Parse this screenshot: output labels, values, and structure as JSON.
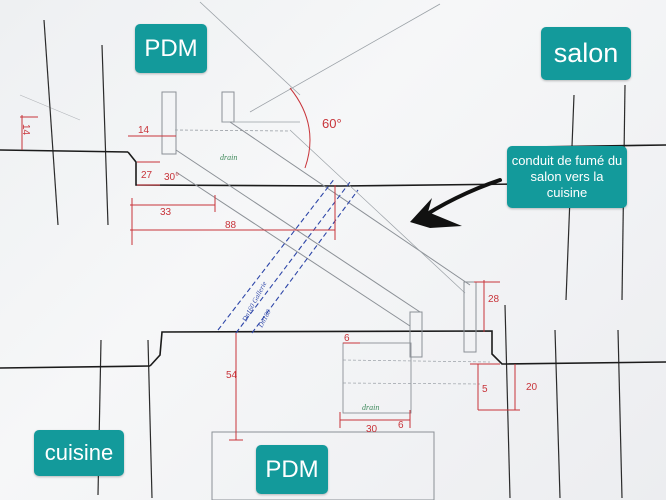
{
  "labels": {
    "pdm_top": "PDM",
    "salon": "salon",
    "conduit": "conduit de fumé du salon vers la cuisine",
    "cuisine": "cuisine",
    "pdm_bottom": "PDM"
  },
  "dimensions": {
    "d14_left": "14",
    "d14_small": "14",
    "d27": "27",
    "d30_angle": "30°",
    "d60_angle": "60°",
    "d33": "33",
    "d88": "88",
    "d6": "6",
    "d28": "28",
    "d54": "54",
    "d5": "5",
    "d20": "20",
    "d30_bottom": "30",
    "d6_bottom": "6"
  },
  "handwriting": {
    "drain_top": "drain",
    "drain_bottom": "drain",
    "blue_1": "Dn160 Gallerie",
    "blue_2": "Dn180"
  },
  "colors": {
    "tag_bg": "#139a9b",
    "ink_red": "#c8343a",
    "ink_blue": "#2d46a8",
    "ink_black": "#1b1b1b",
    "ink_green": "#3f8a5b"
  }
}
